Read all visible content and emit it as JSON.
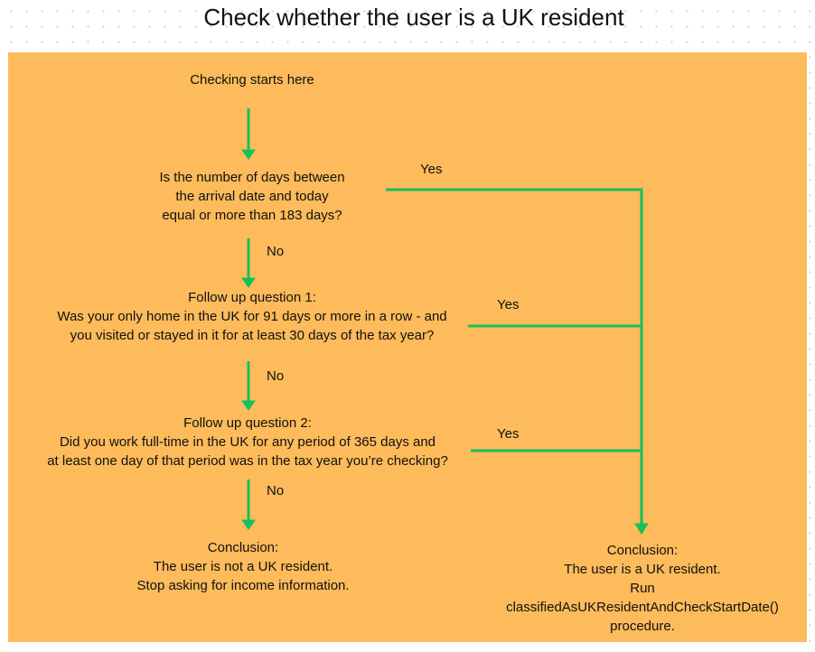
{
  "title": "Check whether the user is a UK resident",
  "colors": {
    "panel": "#fdbb5b",
    "connector": "#16c05a",
    "text": "#111111"
  },
  "nodes": {
    "start": "Checking starts here",
    "q1": "Is the number of days between\nthe arrival date and today\nequal or more than 183 days?",
    "q2": "Follow up question 1:\nWas your only home in the UK for 91 days or more in a row - and\nyou visited or stayed in it for at least 30 days of the tax year?",
    "q3": "Follow up question 2:\nDid you work full-time in the UK for any period of 365 days and\nat least one day of that period was in the tax year you’re checking?",
    "conclusion_not_resident": "Conclusion:\nThe user is not a UK resident.\nStop asking for income information.",
    "conclusion_resident": "Conclusion:\nThe user is a UK resident.\nRun\nclassifiedAsUKResidentAndCheckStartDate()\nprocedure."
  },
  "edges": {
    "q1_yes": "Yes",
    "q1_no": "No",
    "q2_yes": "Yes",
    "q2_no": "No",
    "q3_yes": "Yes",
    "q3_no": "No"
  }
}
